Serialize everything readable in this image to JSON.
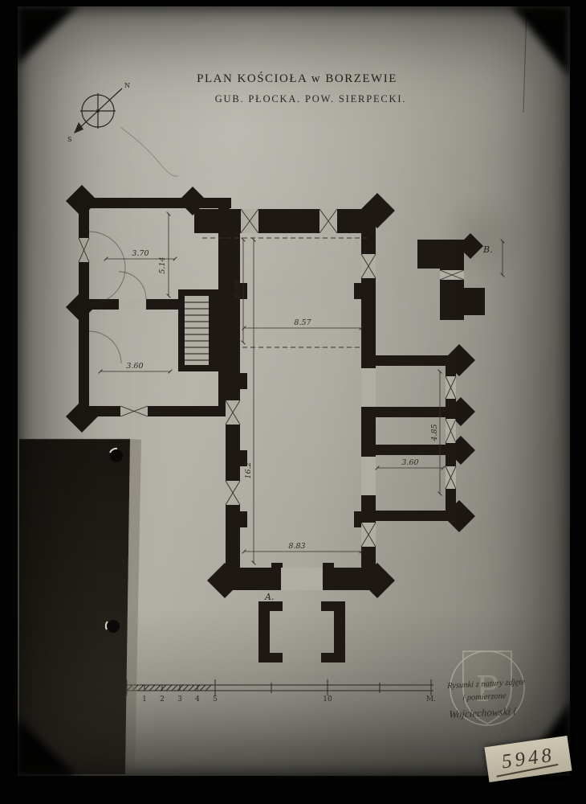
{
  "photo": {
    "background": "#040404",
    "plate_color": "#aba89f",
    "ink_color": "#1d1813"
  },
  "title": {
    "line1": "PLAN KOŚCIOŁA w BORZEWIE",
    "line2": "GUB. PŁOCKA. POW. SIERPECKI."
  },
  "compass": {
    "letter_ne": "N",
    "letter_sw": "S"
  },
  "plan": {
    "label_a": "A.",
    "label_b": "B.",
    "dims": {
      "d_370": "3.70",
      "d_514": "5.14",
      "d_658": "6.58",
      "d_857": "8.57",
      "d_360a": "3.60",
      "d_162": "16.2",
      "d_883": "8.83",
      "d_360b": "3.60",
      "d_485": "4.85"
    }
  },
  "scale_bar": {
    "labels": [
      {
        "t": "1"
      },
      {
        "t": "2"
      },
      {
        "t": "3"
      },
      {
        "t": "4"
      },
      {
        "t": "5"
      },
      {
        "t": "10"
      },
      {
        "t": "M."
      }
    ]
  },
  "stamp": {
    "letter": "P"
  },
  "notes": {
    "line1": "Rysunki z natury zdjęte",
    "line2": "i pomierzone",
    "signature": "Wojciechowski i"
  },
  "tag": {
    "number": "5948"
  }
}
